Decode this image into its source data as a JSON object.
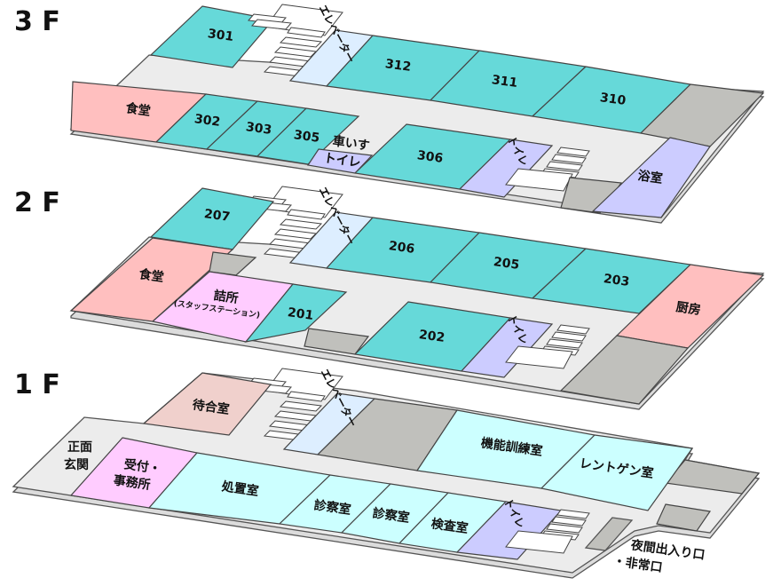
{
  "floors": {
    "f3": {
      "label": "3 F",
      "rooms": {
        "r301": "301",
        "r312": "312",
        "r311": "311",
        "r310": "310",
        "dining": "食堂",
        "r302": "302",
        "r303": "303",
        "r305": "305",
        "wc_accessible_1": "車いす",
        "wc_accessible_2": "トイレ",
        "r306": "306",
        "toilet": "トイレ",
        "bath": "浴室",
        "elevator": "エレベーター"
      }
    },
    "f2": {
      "label": "2 F",
      "rooms": {
        "r207": "207",
        "r206": "206",
        "r205": "205",
        "r203": "203",
        "dining": "食堂",
        "station": "詰所",
        "station_sub": "(スタッフステーション)",
        "r201": "201",
        "r202": "202",
        "toilet": "トイレ",
        "kitchen": "厨房",
        "elevator": "エレベーター"
      }
    },
    "f1": {
      "label": "1 F",
      "rooms": {
        "waiting": "待合室",
        "elevator": "エレベーター",
        "rehab": "機能訓練室",
        "xray": "レントゲン室",
        "entrance_1": "正面",
        "entrance_2": "玄関",
        "reception_1": "受付・",
        "reception_2": "事務所",
        "treatment": "処置室",
        "exam1": "診察室",
        "exam2": "診察室",
        "lab": "検査室",
        "toilet": "トイレ",
        "night_exit_1": "夜間出入り口",
        "night_exit_2": "・非常口"
      }
    }
  },
  "colors": {
    "room": "#66d9d9",
    "dining": "#ffbfbf",
    "toilet": "#ccccff",
    "service": "#c0c0bc",
    "elevator": "#ddeeff",
    "clinic": "#ccffff",
    "waiting": "#f0d0cc",
    "office": "#ffccff",
    "corridor": "#ececec"
  }
}
